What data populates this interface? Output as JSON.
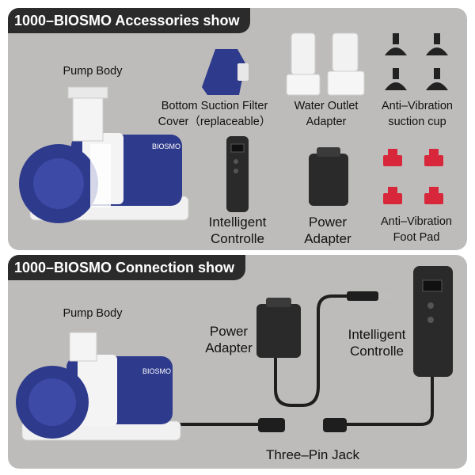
{
  "accessories": {
    "title": "1000–BIOSMO Accessories show",
    "pump_body": "Pump Body",
    "filter_cover": [
      "Bottom Suction Filter",
      "Cover（replaceable）"
    ],
    "water_outlet": [
      "Water Outlet",
      "Adapter"
    ],
    "suction_cup": [
      "Anti–Vibration",
      "suction cup"
    ],
    "controller": [
      "Intelligent",
      "Controlle"
    ],
    "power_adapter": [
      "Power",
      "Adapter"
    ],
    "foot_pad": [
      "Anti–Vibration",
      "Foot Pad"
    ]
  },
  "connection": {
    "title": "1000–BIOSMO Connection show",
    "pump_body": "Pump Body",
    "power_adapter": [
      "Power",
      "Adapter"
    ],
    "controller": [
      "Intelligent",
      "Controlle"
    ],
    "three_pin_jack": "Three–Pin Jack"
  },
  "colors": {
    "panel_bg": "#bdbcba",
    "badge_bg": "#2b2b2b",
    "pump_blue": "#2e3a8c",
    "device_black": "#2a2a2a",
    "pad_red": "#d8263a"
  }
}
